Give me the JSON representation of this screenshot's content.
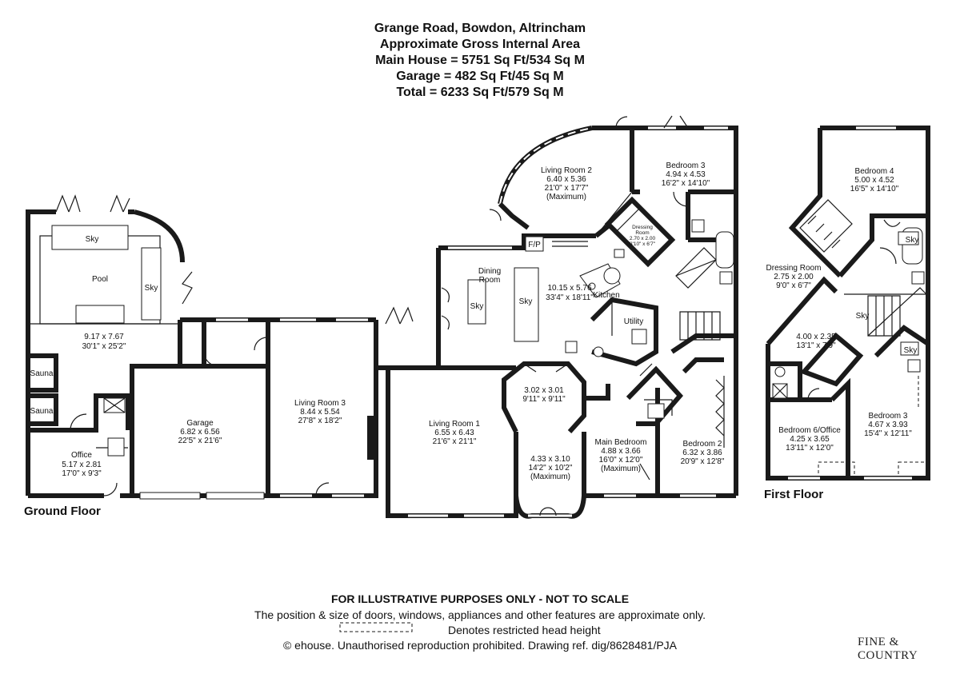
{
  "header": {
    "line1": "Grange Road, Bowdon, Altrincham",
    "line2": "Approximate Gross Internal Area",
    "line3": "Main House = 5751 Sq Ft/534 Sq M",
    "line4": "Garage = 482 Sq Ft/45 Sq M",
    "line5": "Total = 6233 Sq Ft/579 Sq M"
  },
  "floors": {
    "ground": "Ground Floor",
    "first": "First Floor"
  },
  "rooms": {
    "pool": {
      "name": "Pool",
      "dims": "9.17 x 7.67",
      "imperial": "30'1\" x 25'2\""
    },
    "sauna1": {
      "name": "Sauna"
    },
    "sauna2": {
      "name": "Sauna"
    },
    "office": {
      "name": "Office",
      "dims": "5.17 x 2.81",
      "imperial": "17'0\" x 9'3\""
    },
    "garage": {
      "name": "Garage",
      "dims": "6.82 x 6.56",
      "imperial": "22'5\" x 21'6\""
    },
    "living3": {
      "name": "Living Room 3",
      "dims": "8.44 x 5.54",
      "imperial": "27'8\" x 18'2\""
    },
    "living1": {
      "name": "Living Room 1",
      "dims": "6.55 x 6.43",
      "imperial": "21'6\" x 21'1\""
    },
    "living2": {
      "name": "Living Room 2",
      "dims": "6.40 x 5.36",
      "imperial": "21'0\" x 17'7\"",
      "note": "(Maximum)"
    },
    "dining": {
      "name": "Dining",
      "name2": "Room"
    },
    "kitchen": {
      "name": "Kitchen",
      "dims": "10.15 x 5.76",
      "imperial": "33'4\" x 18'11\""
    },
    "utility": {
      "name": "Utility"
    },
    "fp": {
      "name": "F/P"
    },
    "hall": {
      "dims": "3.02 x 3.01",
      "imperial": "9'11\" x 9'11\""
    },
    "bay": {
      "dims": "4.33 x 3.10",
      "imperial": "14'2\" x 10'2\"",
      "note": "(Maximum)"
    },
    "mainbed": {
      "name": "Main Bedroom",
      "dims": "4.88 x 3.66",
      "imperial": "16'0\" x 12'0\"",
      "note": "(Maximum)"
    },
    "bed2": {
      "name": "Bedroom 2",
      "dims": "6.32 x 3.86",
      "imperial": "20'9\" x 12'8\""
    },
    "bed3g": {
      "name": "Bedroom 3",
      "dims": "4.94 x 4.53",
      "imperial": "16'2\" x 14'10\""
    },
    "dressg": {
      "name": "Dressing",
      "name2": "Room",
      "dims": "2.70 x 2.00",
      "imperial": "8'10\" x 6'7\""
    },
    "bed4": {
      "name": "Bedroom 4",
      "dims": "5.00 x 4.52",
      "imperial": "16'5\" x 14'10\""
    },
    "dressf": {
      "name": "Dressing Room",
      "dims": "2.75 x 2.00",
      "imperial": "9'0\" x 6'7\""
    },
    "landing": {
      "dims": "4.00 x 2.35",
      "imperial": "13'1\" x 7'9\""
    },
    "bed6": {
      "name": "Bedroom 6/Office",
      "dims": "4.25 x 3.65",
      "imperial": "13'11\" x 12'0\""
    },
    "bed3f": {
      "name": "Bedroom 3",
      "dims": "4.67 x 3.93",
      "imperial": "15'4\" x 12'11\""
    }
  },
  "sky_label": "Sky",
  "footer": {
    "line1": "FOR ILLUSTRATIVE PURPOSES ONLY - NOT TO SCALE",
    "line2": "The position & size of doors, windows, appliances and other features are approximate only.",
    "line3": "Denotes restricted head height",
    "line4": "© ehouse. Unauthorised reproduction prohibited. Drawing ref. dig/8628481/PJA"
  },
  "logo": "FINE & COUNTRY"
}
